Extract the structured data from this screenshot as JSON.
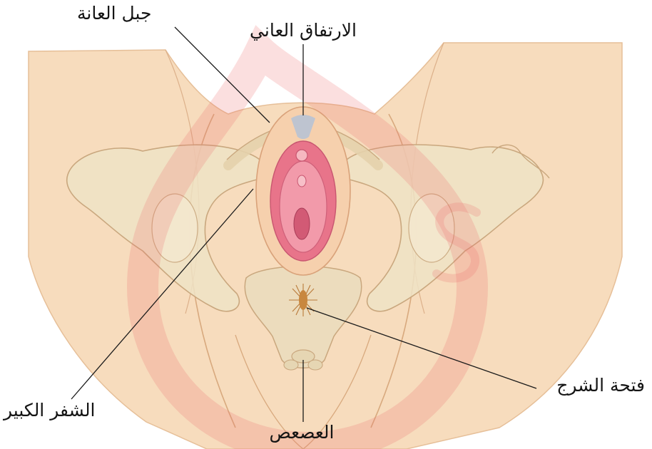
{
  "labels": {
    "mons_pubis": "جبل العانة",
    "pubic_symphysis": "الارتفاق العاني",
    "anus": "فتحة الشرج",
    "labia_majora": "الشفر الكبير",
    "coccyx": "العصعص"
  },
  "colors": {
    "skin": "#f7dcbd",
    "bone": "#efe3c6",
    "vulva": "#e8748a",
    "watermark": "#ef6f6f",
    "leader_line": "#1a1a1a"
  }
}
